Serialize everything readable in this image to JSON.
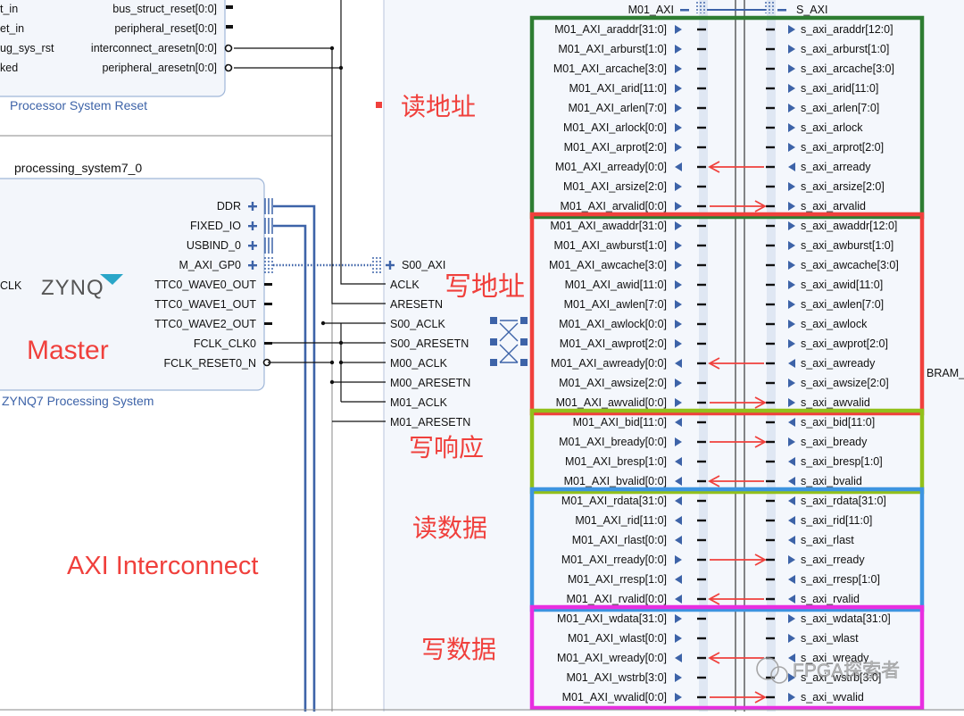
{
  "psr": {
    "title": "Processor System Reset",
    "left_ports": [
      "t_in",
      "et_in",
      "ug_sys_rst",
      "ked"
    ],
    "right_ports": [
      "bus_struct_reset[0:0]",
      "peripheral_reset[0:0]",
      "interconnect_aresetn[0:0]",
      "peripheral_aresetn[0:0]"
    ]
  },
  "ps7": {
    "instance": "processing_system7_0",
    "title": "ZYNQ7 Processing System",
    "logo": "ZYNQ",
    "left_port": "CLK",
    "ports": [
      "DDR",
      "FIXED_IO",
      "USBIND_0",
      "M_AXI_GP0",
      "TTC0_WAVE0_OUT",
      "TTC0_WAVE1_OUT",
      "TTC0_WAVE2_OUT",
      "FCLK_CLK0",
      "FCLK_RESET0_N"
    ]
  },
  "interconnect": {
    "ports": [
      "S00_AXI",
      "ACLK",
      "ARESETN",
      "S00_ACLK",
      "S00_ARESETN",
      "M00_ACLK",
      "M00_ARESETN",
      "M01_ACLK",
      "M01_ARESETN"
    ]
  },
  "bus": {
    "master": "M01_AXI",
    "slave": "S_AXI",
    "bram_label": "BRAM_",
    "rows": [
      {
        "m": "M01_AXI_araddr[31:0]",
        "s": "s_axi_araddr[12:0]",
        "dir": "out",
        "arrow": ""
      },
      {
        "m": "M01_AXI_arburst[1:0]",
        "s": "s_axi_arburst[1:0]",
        "dir": "out",
        "arrow": ""
      },
      {
        "m": "M01_AXI_arcache[3:0]",
        "s": "s_axi_arcache[3:0]",
        "dir": "out",
        "arrow": ""
      },
      {
        "m": "M01_AXI_arid[11:0]",
        "s": "s_axi_arid[11:0]",
        "dir": "out",
        "arrow": ""
      },
      {
        "m": "M01_AXI_arlen[7:0]",
        "s": "s_axi_arlen[7:0]",
        "dir": "out",
        "arrow": ""
      },
      {
        "m": "M01_AXI_arlock[0:0]",
        "s": "s_axi_arlock",
        "dir": "out",
        "arrow": ""
      },
      {
        "m": "M01_AXI_arprot[2:0]",
        "s": "s_axi_arprot[2:0]",
        "dir": "out",
        "arrow": ""
      },
      {
        "m": "M01_AXI_arready[0:0]",
        "s": "s_axi_arready",
        "dir": "in",
        "arrow": "left"
      },
      {
        "m": "M01_AXI_arsize[2:0]",
        "s": "s_axi_arsize[2:0]",
        "dir": "out",
        "arrow": ""
      },
      {
        "m": "M01_AXI_arvalid[0:0]",
        "s": "s_axi_arvalid",
        "dir": "out",
        "arrow": "right"
      },
      {
        "m": "M01_AXI_awaddr[31:0]",
        "s": "s_axi_awaddr[12:0]",
        "dir": "out",
        "arrow": ""
      },
      {
        "m": "M01_AXI_awburst[1:0]",
        "s": "s_axi_awburst[1:0]",
        "dir": "out",
        "arrow": ""
      },
      {
        "m": "M01_AXI_awcache[3:0]",
        "s": "s_axi_awcache[3:0]",
        "dir": "out",
        "arrow": ""
      },
      {
        "m": "M01_AXI_awid[11:0]",
        "s": "s_axi_awid[11:0]",
        "dir": "out",
        "arrow": ""
      },
      {
        "m": "M01_AXI_awlen[7:0]",
        "s": "s_axi_awlen[7:0]",
        "dir": "out",
        "arrow": ""
      },
      {
        "m": "M01_AXI_awlock[0:0]",
        "s": "s_axi_awlock",
        "dir": "out",
        "arrow": ""
      },
      {
        "m": "M01_AXI_awprot[2:0]",
        "s": "s_axi_awprot[2:0]",
        "dir": "out",
        "arrow": ""
      },
      {
        "m": "M01_AXI_awready[0:0]",
        "s": "s_axi_awready",
        "dir": "in",
        "arrow": "left"
      },
      {
        "m": "M01_AXI_awsize[2:0]",
        "s": "s_axi_awsize[2:0]",
        "dir": "out",
        "arrow": ""
      },
      {
        "m": "M01_AXI_awvalid[0:0]",
        "s": "s_axi_awvalid",
        "dir": "out",
        "arrow": "right"
      },
      {
        "m": "M01_AXI_bid[11:0]",
        "s": "s_axi_bid[11:0]",
        "dir": "in",
        "arrow": ""
      },
      {
        "m": "M01_AXI_bready[0:0]",
        "s": "s_axi_bready",
        "dir": "out",
        "arrow": "right"
      },
      {
        "m": "M01_AXI_bresp[1:0]",
        "s": "s_axi_bresp[1:0]",
        "dir": "in",
        "arrow": ""
      },
      {
        "m": "M01_AXI_bvalid[0:0]",
        "s": "s_axi_bvalid",
        "dir": "in",
        "arrow": "left"
      },
      {
        "m": "M01_AXI_rdata[31:0]",
        "s": "s_axi_rdata[31:0]",
        "dir": "in",
        "arrow": ""
      },
      {
        "m": "M01_AXI_rid[11:0]",
        "s": "s_axi_rid[11:0]",
        "dir": "in",
        "arrow": ""
      },
      {
        "m": "M01_AXI_rlast[0:0]",
        "s": "s_axi_rlast",
        "dir": "in",
        "arrow": ""
      },
      {
        "m": "M01_AXI_rready[0:0]",
        "s": "s_axi_rready",
        "dir": "out",
        "arrow": "right"
      },
      {
        "m": "M01_AXI_rresp[1:0]",
        "s": "s_axi_rresp[1:0]",
        "dir": "in",
        "arrow": ""
      },
      {
        "m": "M01_AXI_rvalid[0:0]",
        "s": "s_axi_rvalid",
        "dir": "in",
        "arrow": "left"
      },
      {
        "m": "M01_AXI_wdata[31:0]",
        "s": "s_axi_wdata[31:0]",
        "dir": "out",
        "arrow": ""
      },
      {
        "m": "M01_AXI_wlast[0:0]",
        "s": "s_axi_wlast",
        "dir": "out",
        "arrow": ""
      },
      {
        "m": "M01_AXI_wready[0:0]",
        "s": "s_axi_wready",
        "dir": "in",
        "arrow": "left"
      },
      {
        "m": "M01_AXI_wstrb[3:0]",
        "s": "s_axi_wstrb[3:0]",
        "dir": "out",
        "arrow": ""
      },
      {
        "m": "M01_AXI_wvalid[0:0]",
        "s": "s_axi_wvalid",
        "dir": "out",
        "arrow": "right"
      }
    ]
  },
  "groups": [
    {
      "label": "读地址",
      "color": "#2e7d32"
    },
    {
      "label": "写地址",
      "color": "#f0403c"
    },
    {
      "label": "写响应",
      "color": "#92c01a"
    },
    {
      "label": "读数据",
      "color": "#3d94e0"
    },
    {
      "label": "写数据",
      "color": "#e82ee0"
    }
  ],
  "annotations": {
    "master": "Master",
    "interconnect": "AXI Interconnect"
  },
  "watermark": "FPGA探索者",
  "colors": {
    "annotation": "#f0403c",
    "wire": "#3d63a8",
    "block_border": "#9fb6d8",
    "block_fill": "#f3f6fb"
  }
}
